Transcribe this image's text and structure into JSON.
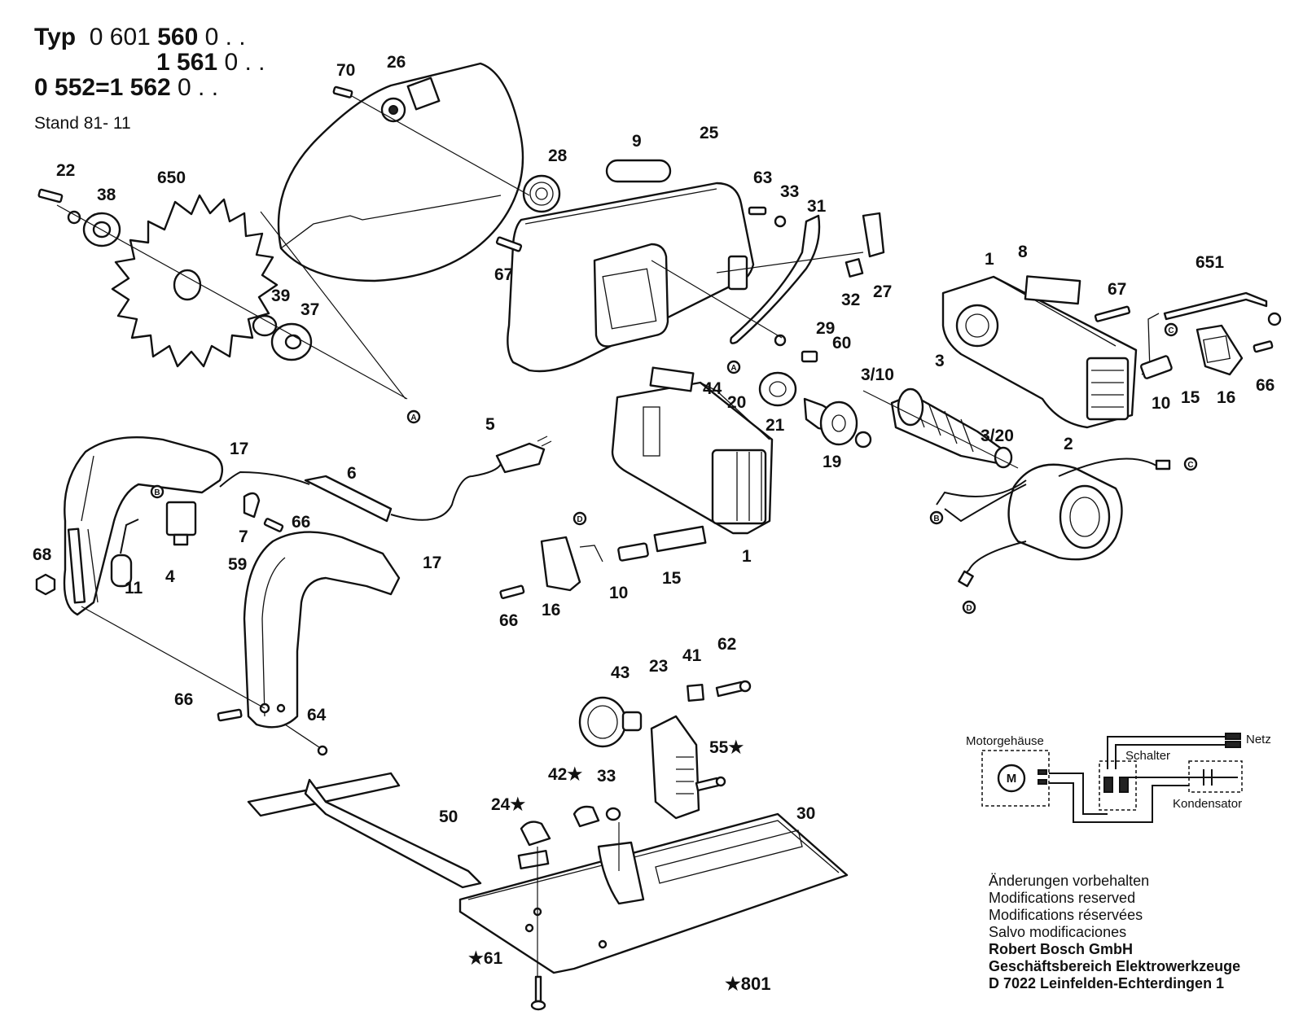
{
  "header": {
    "typ_label": "Typ",
    "line1_prefix": "0 601",
    "line1_number": "560",
    "line1_suffix": "0 . .",
    "line2_number": "1 561",
    "line2_suffix": "0 . .",
    "line3_prefix": "0 552",
    "line3_eq": "=",
    "line3_number": "1 562",
    "line3_suffix": "0 . .",
    "stand": "Stand 81- 11"
  },
  "parts": [
    {
      "id": "p70",
      "label": "70"
    },
    {
      "id": "p26",
      "label": "26"
    },
    {
      "id": "p28",
      "label": "28"
    },
    {
      "id": "p9",
      "label": "9"
    },
    {
      "id": "p25",
      "label": "25"
    },
    {
      "id": "p63",
      "label": "63"
    },
    {
      "id": "p33a",
      "label": "33"
    },
    {
      "id": "p31",
      "label": "31"
    },
    {
      "id": "p27",
      "label": "27"
    },
    {
      "id": "p32",
      "label": "32"
    },
    {
      "id": "p67a",
      "label": "67"
    },
    {
      "id": "p29",
      "label": "29"
    },
    {
      "id": "p60",
      "label": "60"
    },
    {
      "id": "p22",
      "label": "22"
    },
    {
      "id": "p38",
      "label": "38"
    },
    {
      "id": "p650",
      "label": "650"
    },
    {
      "id": "p39",
      "label": "39"
    },
    {
      "id": "p37",
      "label": "37"
    },
    {
      "id": "p1a",
      "label": "1"
    },
    {
      "id": "p8",
      "label": "8"
    },
    {
      "id": "p67b",
      "label": "67"
    },
    {
      "id": "p651",
      "label": "651"
    },
    {
      "id": "p10a",
      "label": "10"
    },
    {
      "id": "p15a",
      "label": "15"
    },
    {
      "id": "p16a",
      "label": "16"
    },
    {
      "id": "p66a",
      "label": "66"
    },
    {
      "id": "p44",
      "label": "44"
    },
    {
      "id": "p20",
      "label": "20"
    },
    {
      "id": "p21",
      "label": "21"
    },
    {
      "id": "p3_10",
      "label": "3/10"
    },
    {
      "id": "p3",
      "label": "3"
    },
    {
      "id": "p3_20",
      "label": "3/20"
    },
    {
      "id": "p19",
      "label": "19"
    },
    {
      "id": "p2",
      "label": "2"
    },
    {
      "id": "p5",
      "label": "5"
    },
    {
      "id": "p6",
      "label": "6"
    },
    {
      "id": "p17a",
      "label": "17"
    },
    {
      "id": "p7",
      "label": "7"
    },
    {
      "id": "p66b",
      "label": "66"
    },
    {
      "id": "p68",
      "label": "68"
    },
    {
      "id": "p11",
      "label": "11"
    },
    {
      "id": "p4",
      "label": "4"
    },
    {
      "id": "p59",
      "label": "59"
    },
    {
      "id": "p17b",
      "label": "17"
    },
    {
      "id": "p1b",
      "label": "1"
    },
    {
      "id": "p15b",
      "label": "15"
    },
    {
      "id": "p10b",
      "label": "10"
    },
    {
      "id": "p16b",
      "label": "16"
    },
    {
      "id": "p66c",
      "label": "66"
    },
    {
      "id": "p66d",
      "label": "66"
    },
    {
      "id": "p64",
      "label": "64"
    },
    {
      "id": "p43",
      "label": "43"
    },
    {
      "id": "p23",
      "label": "23"
    },
    {
      "id": "p41",
      "label": "41"
    },
    {
      "id": "p62",
      "label": "62"
    },
    {
      "id": "p55",
      "label": "55★"
    },
    {
      "id": "p42",
      "label": "42★"
    },
    {
      "id": "p33b",
      "label": "33"
    },
    {
      "id": "p24",
      "label": "24★"
    },
    {
      "id": "p50",
      "label": "50"
    },
    {
      "id": "p30",
      "label": "30"
    },
    {
      "id": "p61",
      "label": "★61"
    }
  ],
  "connectors": {
    "A": "A",
    "B": "B",
    "C": "C",
    "D": "D"
  },
  "schematic": {
    "motor_housing": "Motorgehäuse",
    "motor_symbol": "M",
    "switch": "Schalter",
    "capacitor": "Kondensator",
    "mains": "Netz"
  },
  "footer": {
    "line_de": "Änderungen vorbehalten",
    "line_en": "Modifications reserved",
    "line_fr": "Modifications réservées",
    "line_es": "Salvo modificaciones",
    "company": "Robert Bosch GmbH",
    "division": "Geschäftsbereich Elektrowerkzeuge",
    "address": "D 7022 Leinfelden-Echterdingen 1"
  },
  "note_801": "★801"
}
